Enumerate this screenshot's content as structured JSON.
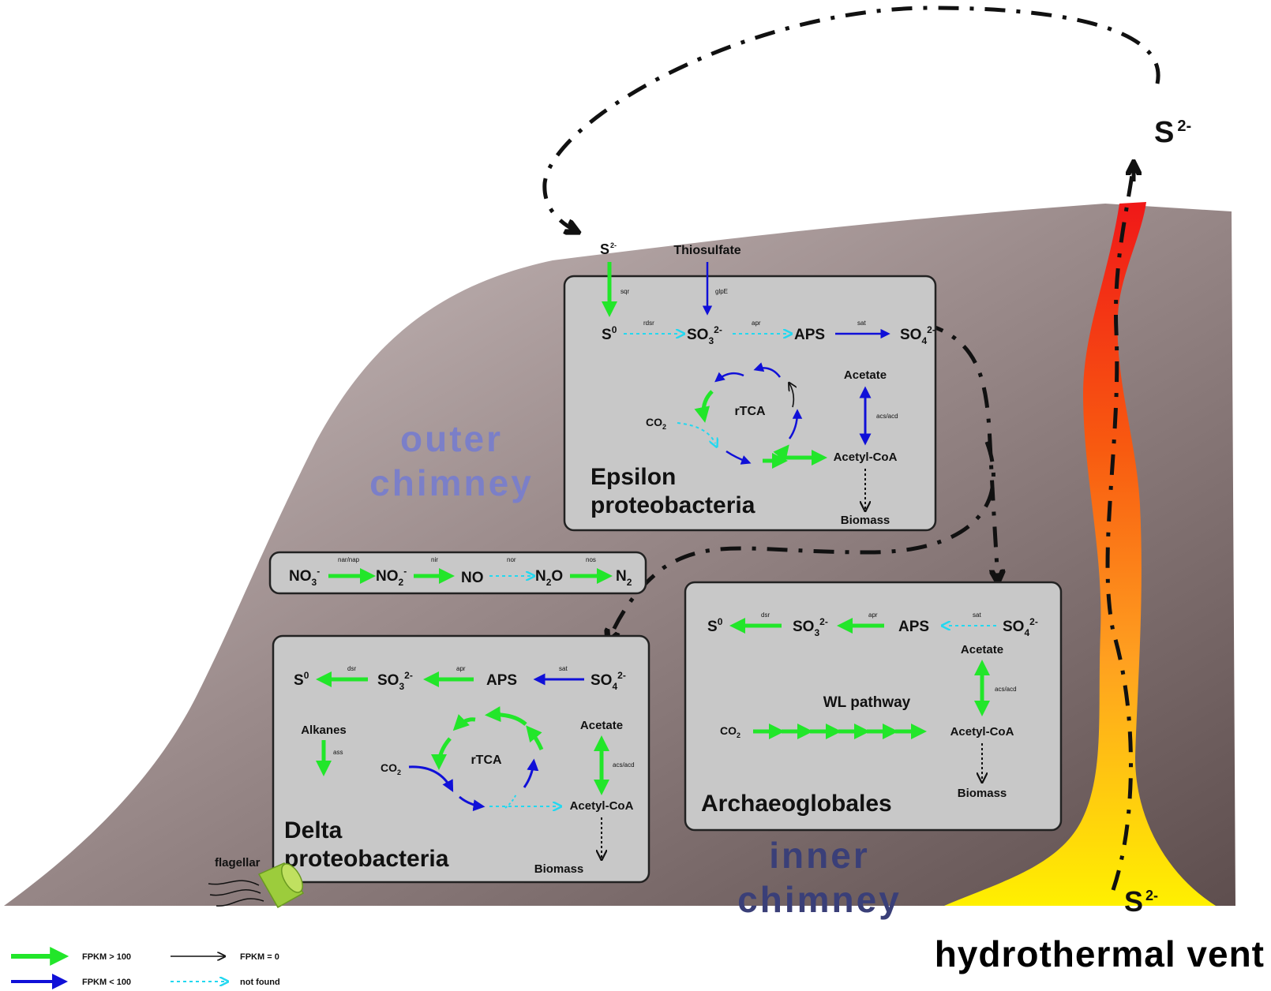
{
  "labels": {
    "top_sulfide": "S",
    "top_sulfide_charge": "2-",
    "entry_sulfide": "S",
    "entry_sulfide_charge": "2-",
    "bottom_sulfide": "S",
    "bottom_sulfide_charge": "2-",
    "thiosulfate": "Thiosulfate",
    "outer_zone_line1": "outer",
    "outer_zone_line2": "chimney",
    "inner_zone_line1": "inner",
    "inner_zone_line2": "chimney",
    "vent_title": "hydrothermal vent",
    "flagellar": "flagellar"
  },
  "epsilon": {
    "name_line1": "Epsilon",
    "name_line2": "proteobacteria",
    "s0": "S",
    "s0_sup": "0",
    "so3": "SO",
    "so3_sub": "3",
    "so3_sup": "2-",
    "aps": "APS",
    "so4": "SO",
    "so4_sub": "4",
    "so4_sup": "2-",
    "enz_sqr": "sqr",
    "enz_glpe": "glpE",
    "enz_rdsr": "rdsr",
    "enz_apr": "apr",
    "enz_sat": "sat",
    "enz_acs": "acs/acd",
    "co2": "CO",
    "co2_sub": "2",
    "rtca": "rTCA",
    "acetate": "Acetate",
    "acetyl_coa": "Acetyl-CoA",
    "biomass": "Biomass"
  },
  "nitrogen": {
    "no3": "NO",
    "no3_sub": "3",
    "no3_sup": "-",
    "no2": "NO",
    "no2_sub": "2",
    "no2_sup": "-",
    "no": "NO",
    "n2o": "N",
    "n2o_sub": "2",
    "n2o_tail": "O",
    "n2": "N",
    "n2_sub": "2",
    "enz_nar": "nar/nap",
    "enz_nir": "nir",
    "enz_nor": "nor",
    "enz_nos": "nos"
  },
  "archaeo": {
    "name": "Archaeoglobales",
    "s0": "S",
    "s0_sup": "0",
    "so3": "SO",
    "so3_sub": "3",
    "so3_sup": "2-",
    "aps": "APS",
    "so4": "SO",
    "so4_sub": "4",
    "so4_sup": "2-",
    "enz_dsr": "dsr",
    "enz_apr": "apr",
    "enz_sat": "sat",
    "enz_acs": "acs/acd",
    "acetate": "Acetate",
    "wl": "WL pathway",
    "co2": "CO",
    "co2_sub": "2",
    "acetyl_coa": "Acetyl-CoA",
    "biomass": "Biomass"
  },
  "delta": {
    "name_line1": "Delta",
    "name_line2": "proteobacteria",
    "s0": "S",
    "s0_sup": "0",
    "so3": "SO",
    "so3_sub": "3",
    "so3_sup": "2-",
    "aps": "APS",
    "so4": "SO",
    "so4_sub": "4",
    "so4_sup": "2-",
    "enz_dsr": "dsr",
    "enz_apr": "apr",
    "enz_sat": "sat",
    "enz_ass": "ass",
    "enz_acs": "acs/acd",
    "alkanes": "Alkanes",
    "co2": "CO",
    "co2_sub": "2",
    "rtca": "rTCA",
    "acetate": "Acetate",
    "acetyl_coa": "Acetyl-CoA",
    "biomass": "Biomass"
  },
  "legend": {
    "green": "FPKM > 100",
    "blue": "FPKM < 100",
    "black": "FPKM = 0",
    "cyan": "not found"
  },
  "colors": {
    "green": "#22e62a",
    "blue": "#1010d8",
    "cyan": "#22d8f0",
    "black": "#111111",
    "box": "#c8c8c8",
    "outer_zone": "#7b7fc8",
    "inner_zone": "#3a3f78"
  }
}
